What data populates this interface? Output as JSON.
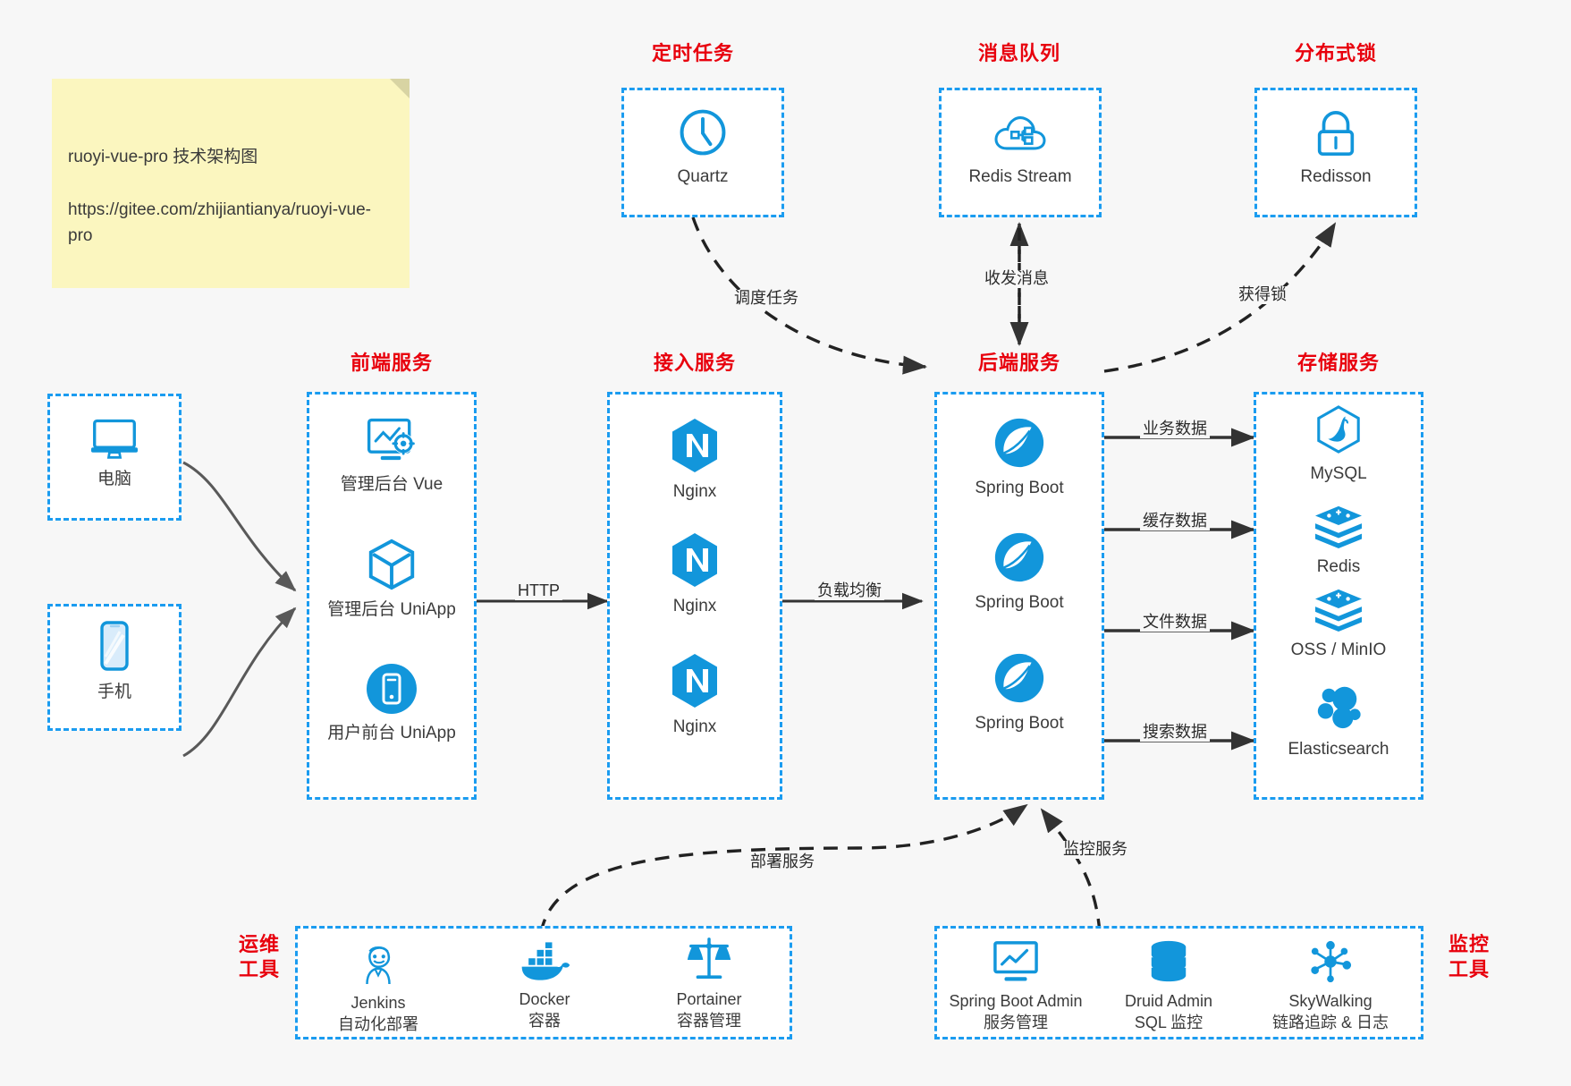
{
  "note": {
    "line1": "ruoyi-vue-pro 技术架构图",
    "line2": "https://gitee.com/zhijiantianya/ruoyi-vue-pro"
  },
  "colors": {
    "accent_blue": "#1b9cf0",
    "icon_blue": "#1296db",
    "title_red": "#e8000d",
    "arrow_dark": "#333333",
    "background": "#f7f7f7",
    "note_yellow": "#fbf6bf"
  },
  "groups": {
    "scheduler": {
      "title": "定时任务",
      "items": [
        {
          "label": "Quartz",
          "icon": "clock-icon"
        }
      ]
    },
    "mq": {
      "title": "消息队列",
      "items": [
        {
          "label": "Redis Stream",
          "icon": "cloud-node-icon"
        }
      ]
    },
    "lock": {
      "title": "分布式锁",
      "items": [
        {
          "label": "Redisson",
          "icon": "padlock-icon"
        }
      ]
    },
    "clients": {
      "pc": {
        "label": "电脑",
        "icon": "desktop-monitor-icon"
      },
      "mobile": {
        "label": "手机",
        "icon": "smartphone-icon"
      }
    },
    "frontend": {
      "title": "前端服务",
      "items": [
        {
          "label": "管理后台 Vue",
          "icon": "dashboard-gear-icon"
        },
        {
          "label": "管理后台 UniApp",
          "icon": "hexagon-cube-icon"
        },
        {
          "label": "用户前台 UniApp",
          "icon": "mobile-circle-icon"
        }
      ]
    },
    "gateway": {
      "title": "接入服务",
      "items": [
        {
          "label": "Nginx",
          "icon": "nginx-icon"
        },
        {
          "label": "Nginx",
          "icon": "nginx-icon"
        },
        {
          "label": "Nginx",
          "icon": "nginx-icon"
        }
      ]
    },
    "backend": {
      "title": "后端服务",
      "items": [
        {
          "label": "Spring Boot",
          "icon": "spring-leaf-icon"
        },
        {
          "label": "Spring Boot",
          "icon": "spring-leaf-icon"
        },
        {
          "label": "Spring Boot",
          "icon": "spring-leaf-icon"
        }
      ]
    },
    "storage": {
      "title": "存储服务",
      "items": [
        {
          "label": "MySQL",
          "icon": "mysql-dolphin-icon"
        },
        {
          "label": "Redis",
          "icon": "redis-stack-icon"
        },
        {
          "label": "OSS / MinIO",
          "icon": "redis-stack-icon"
        },
        {
          "label": "Elasticsearch",
          "icon": "elasticsearch-icon"
        }
      ]
    },
    "devops": {
      "title": "运维\n工具",
      "items": [
        {
          "label": "Jenkins",
          "sublabel": "自动化部署",
          "icon": "jenkins-butler-icon"
        },
        {
          "label": "Docker",
          "sublabel": "容器",
          "icon": "docker-whale-icon"
        },
        {
          "label": "Portainer",
          "sublabel": "容器管理",
          "icon": "scales-icon"
        }
      ]
    },
    "monitoring": {
      "title": "监控\n工具",
      "items": [
        {
          "label": "Spring Boot Admin",
          "sublabel": "服务管理",
          "icon": "monitor-chart-icon"
        },
        {
          "label": "Druid Admin",
          "sublabel": "SQL 监控",
          "icon": "database-cylinder-icon"
        },
        {
          "label": "SkyWalking",
          "sublabel": "链路追踪 & 日志",
          "icon": "network-nodes-icon"
        }
      ]
    }
  },
  "edges": [
    {
      "id": "schedule-task",
      "label": "调度任务"
    },
    {
      "id": "send-receive-msg",
      "label": "收发消息"
    },
    {
      "id": "acquire-lock",
      "label": "获得锁"
    },
    {
      "id": "http",
      "label": "HTTP"
    },
    {
      "id": "load-balance",
      "label": "负载均衡"
    },
    {
      "id": "business-data",
      "label": "业务数据"
    },
    {
      "id": "cache-data",
      "label": "缓存数据"
    },
    {
      "id": "file-data",
      "label": "文件数据"
    },
    {
      "id": "search-data",
      "label": "搜索数据"
    },
    {
      "id": "deploy-service",
      "label": "部署服务"
    },
    {
      "id": "monitor-service",
      "label": "监控服务"
    }
  ]
}
